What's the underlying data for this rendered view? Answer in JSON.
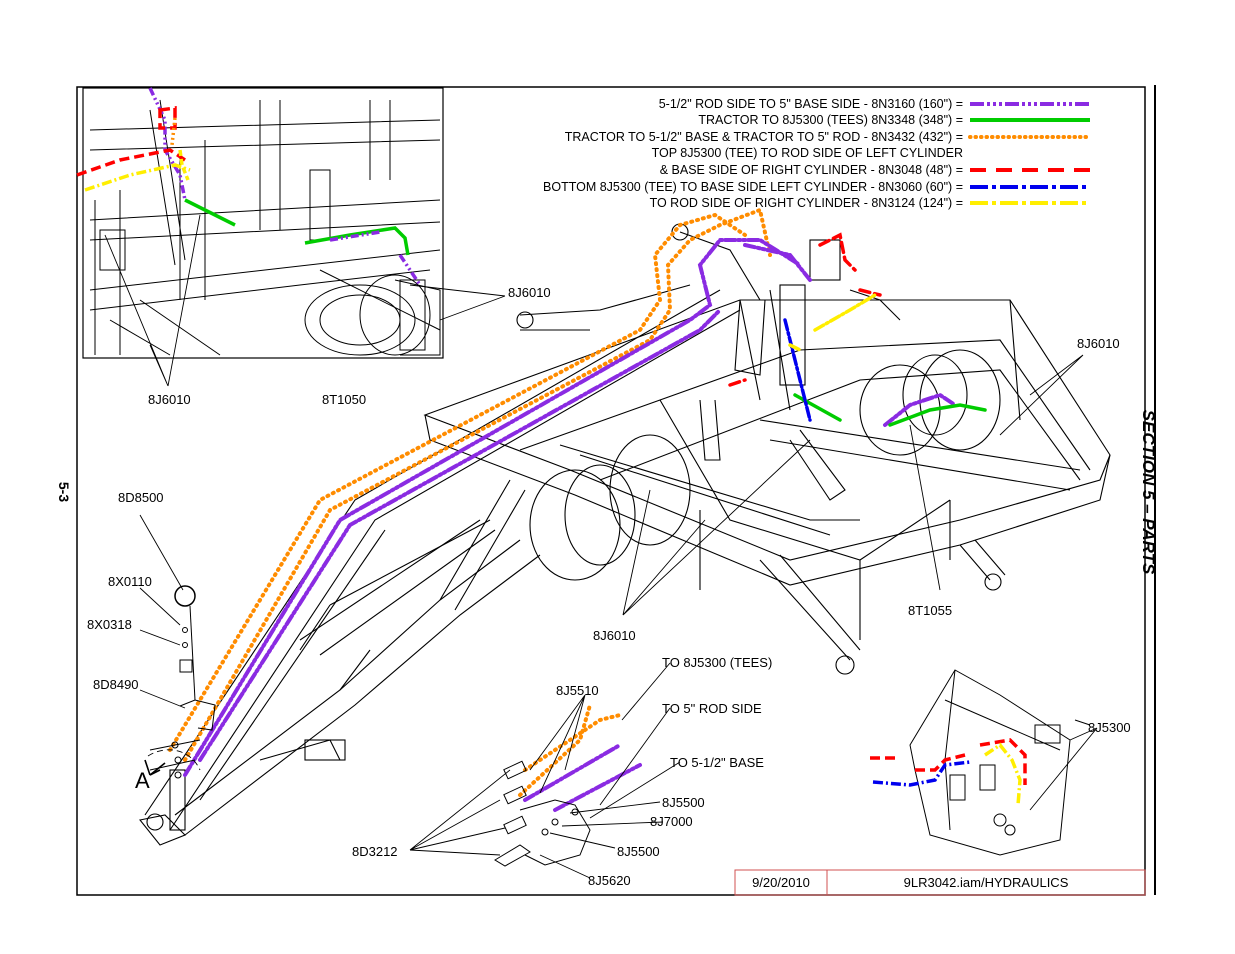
{
  "section_title": "SECTION 5 – PARTS",
  "page_number": "5-3",
  "legend": [
    {
      "text": "5-1/2\" ROD SIDE TO 5\" BASE SIDE - 8N3160 (160\") =",
      "color": "#8a2be2",
      "style": "dash-dot-dot"
    },
    {
      "text": "TRACTOR TO 8J5300 (TEES) 8N3348 (348\") =",
      "color": "#00cc00",
      "style": "solid"
    },
    {
      "text": "TRACTOR TO 5-1/2\" BASE & TRACTOR TO 5\" ROD - 8N3432 (432\") =",
      "color": "#ff8c00",
      "style": "dotted"
    },
    {
      "text": "TOP 8J5300 (TEE) TO ROD SIDE OF LEFT CYLINDER",
      "color": "",
      "style": "none"
    },
    {
      "text": "& BASE SIDE OF RIGHT CYLINDER - 8N3048 (48\") =",
      "color": "#ff0000",
      "style": "long-dash"
    },
    {
      "text": "BOTTOM 8J5300 (TEE) TO BASE SIDE LEFT CYLINDER - 8N3060 (60\") =",
      "color": "#0000ee",
      "style": "dash-dot"
    },
    {
      "text": "TO ROD SIDE OF RIGHT CYLINDER - 8N3124 (124\") =",
      "color": "#ffee00",
      "style": "dash-dot"
    }
  ],
  "part_labels": {
    "p_8j6010_a": "8J6010",
    "p_8j6010_b": "8J6010",
    "p_8t1050": "8T1050",
    "p_8j6010_c": "8J6010",
    "p_8d8500": "8D8500",
    "p_8x0110": "8X0110",
    "p_8x0318": "8X0318",
    "p_8d8490": "8D8490",
    "p_8j6010_d": "8J6010",
    "p_8t1055": "8T1055",
    "p_to_tees": "TO 8J5300 (TEES)",
    "p_8j5510": "8J5510",
    "p_to_rod": "TO 5\" ROD SIDE",
    "p_to_base": "TO 5-1/2\" BASE",
    "p_8j5500_a": "8J5500",
    "p_8j7000": "8J7000",
    "p_8j5500_b": "8J5500",
    "p_8d3212": "8D3212",
    "p_8j5620": "8J5620",
    "p_8j5300": "8J5300",
    "p_a": "A"
  },
  "title_block": {
    "date": "9/20/2010",
    "file": "9LR3042.iam/HYDRAULICS"
  }
}
